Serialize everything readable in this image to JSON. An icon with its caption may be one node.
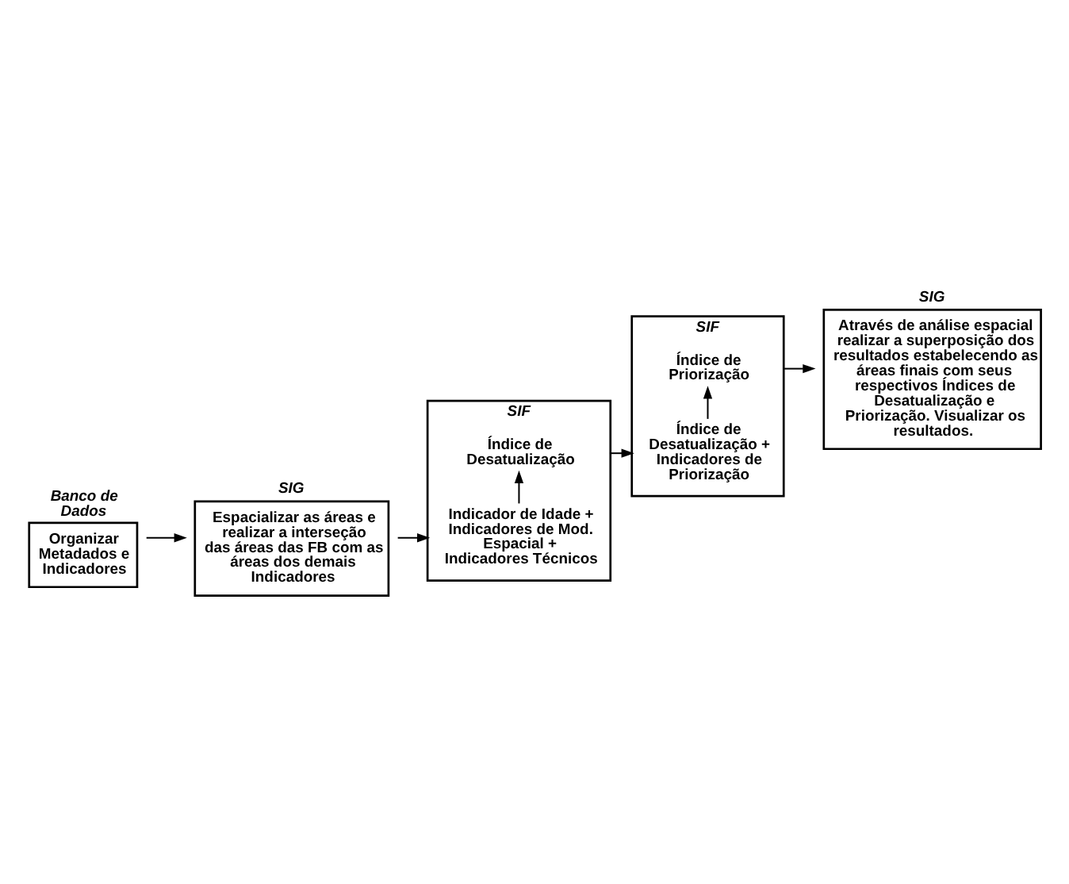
{
  "diagram": {
    "nodes": [
      {
        "text": [
          "Banco de Dados",
          "Organizar Metadados e Indicadores"
        ]
      },
      {
        "text": [
          "SIG",
          "Espacializar as áreas e realizar a interseção das áreas das FB com as áreas dos demais Indicadores"
        ]
      },
      {
        "text": [
          "SIF"
        ]
      },
      {
        "text": [
          "Indicador de Idade + Indicadores de Mod. Espacial + Indicadores Técnicos"
        ],
        "in": 2
      },
      {
        "text": [
          "Índice de Desatualização"
        ],
        "in": 2
      },
      {
        "text": [
          "SIF"
        ]
      },
      {
        "text": [
          "Índice de Desatualização + Indicadores de Priorização"
        ],
        "in": 5
      },
      {
        "text": [
          "Índice de Priorização"
        ],
        "in": 5
      },
      {
        "text": [
          "SIG",
          "Através de análise espacial realizar a superposição dos resultados estabelecendo as áreas finais com seus respectivos Índices de Desatualização e Priorização. Visualizar os resultados."
        ]
      }
    ],
    "edges": [
      {
        "from": 0,
        "to": 1,
        "arrow": "to"
      },
      {
        "from": 1,
        "to": 2,
        "arrow": "to"
      },
      {
        "from": 3,
        "to": 4,
        "arrow": "to"
      },
      {
        "from": 2,
        "to": 5,
        "arrow": "to"
      },
      {
        "from": 6,
        "to": 7,
        "arrow": "to"
      },
      {
        "from": 5,
        "to": 8,
        "arrow": "to"
      }
    ]
  }
}
